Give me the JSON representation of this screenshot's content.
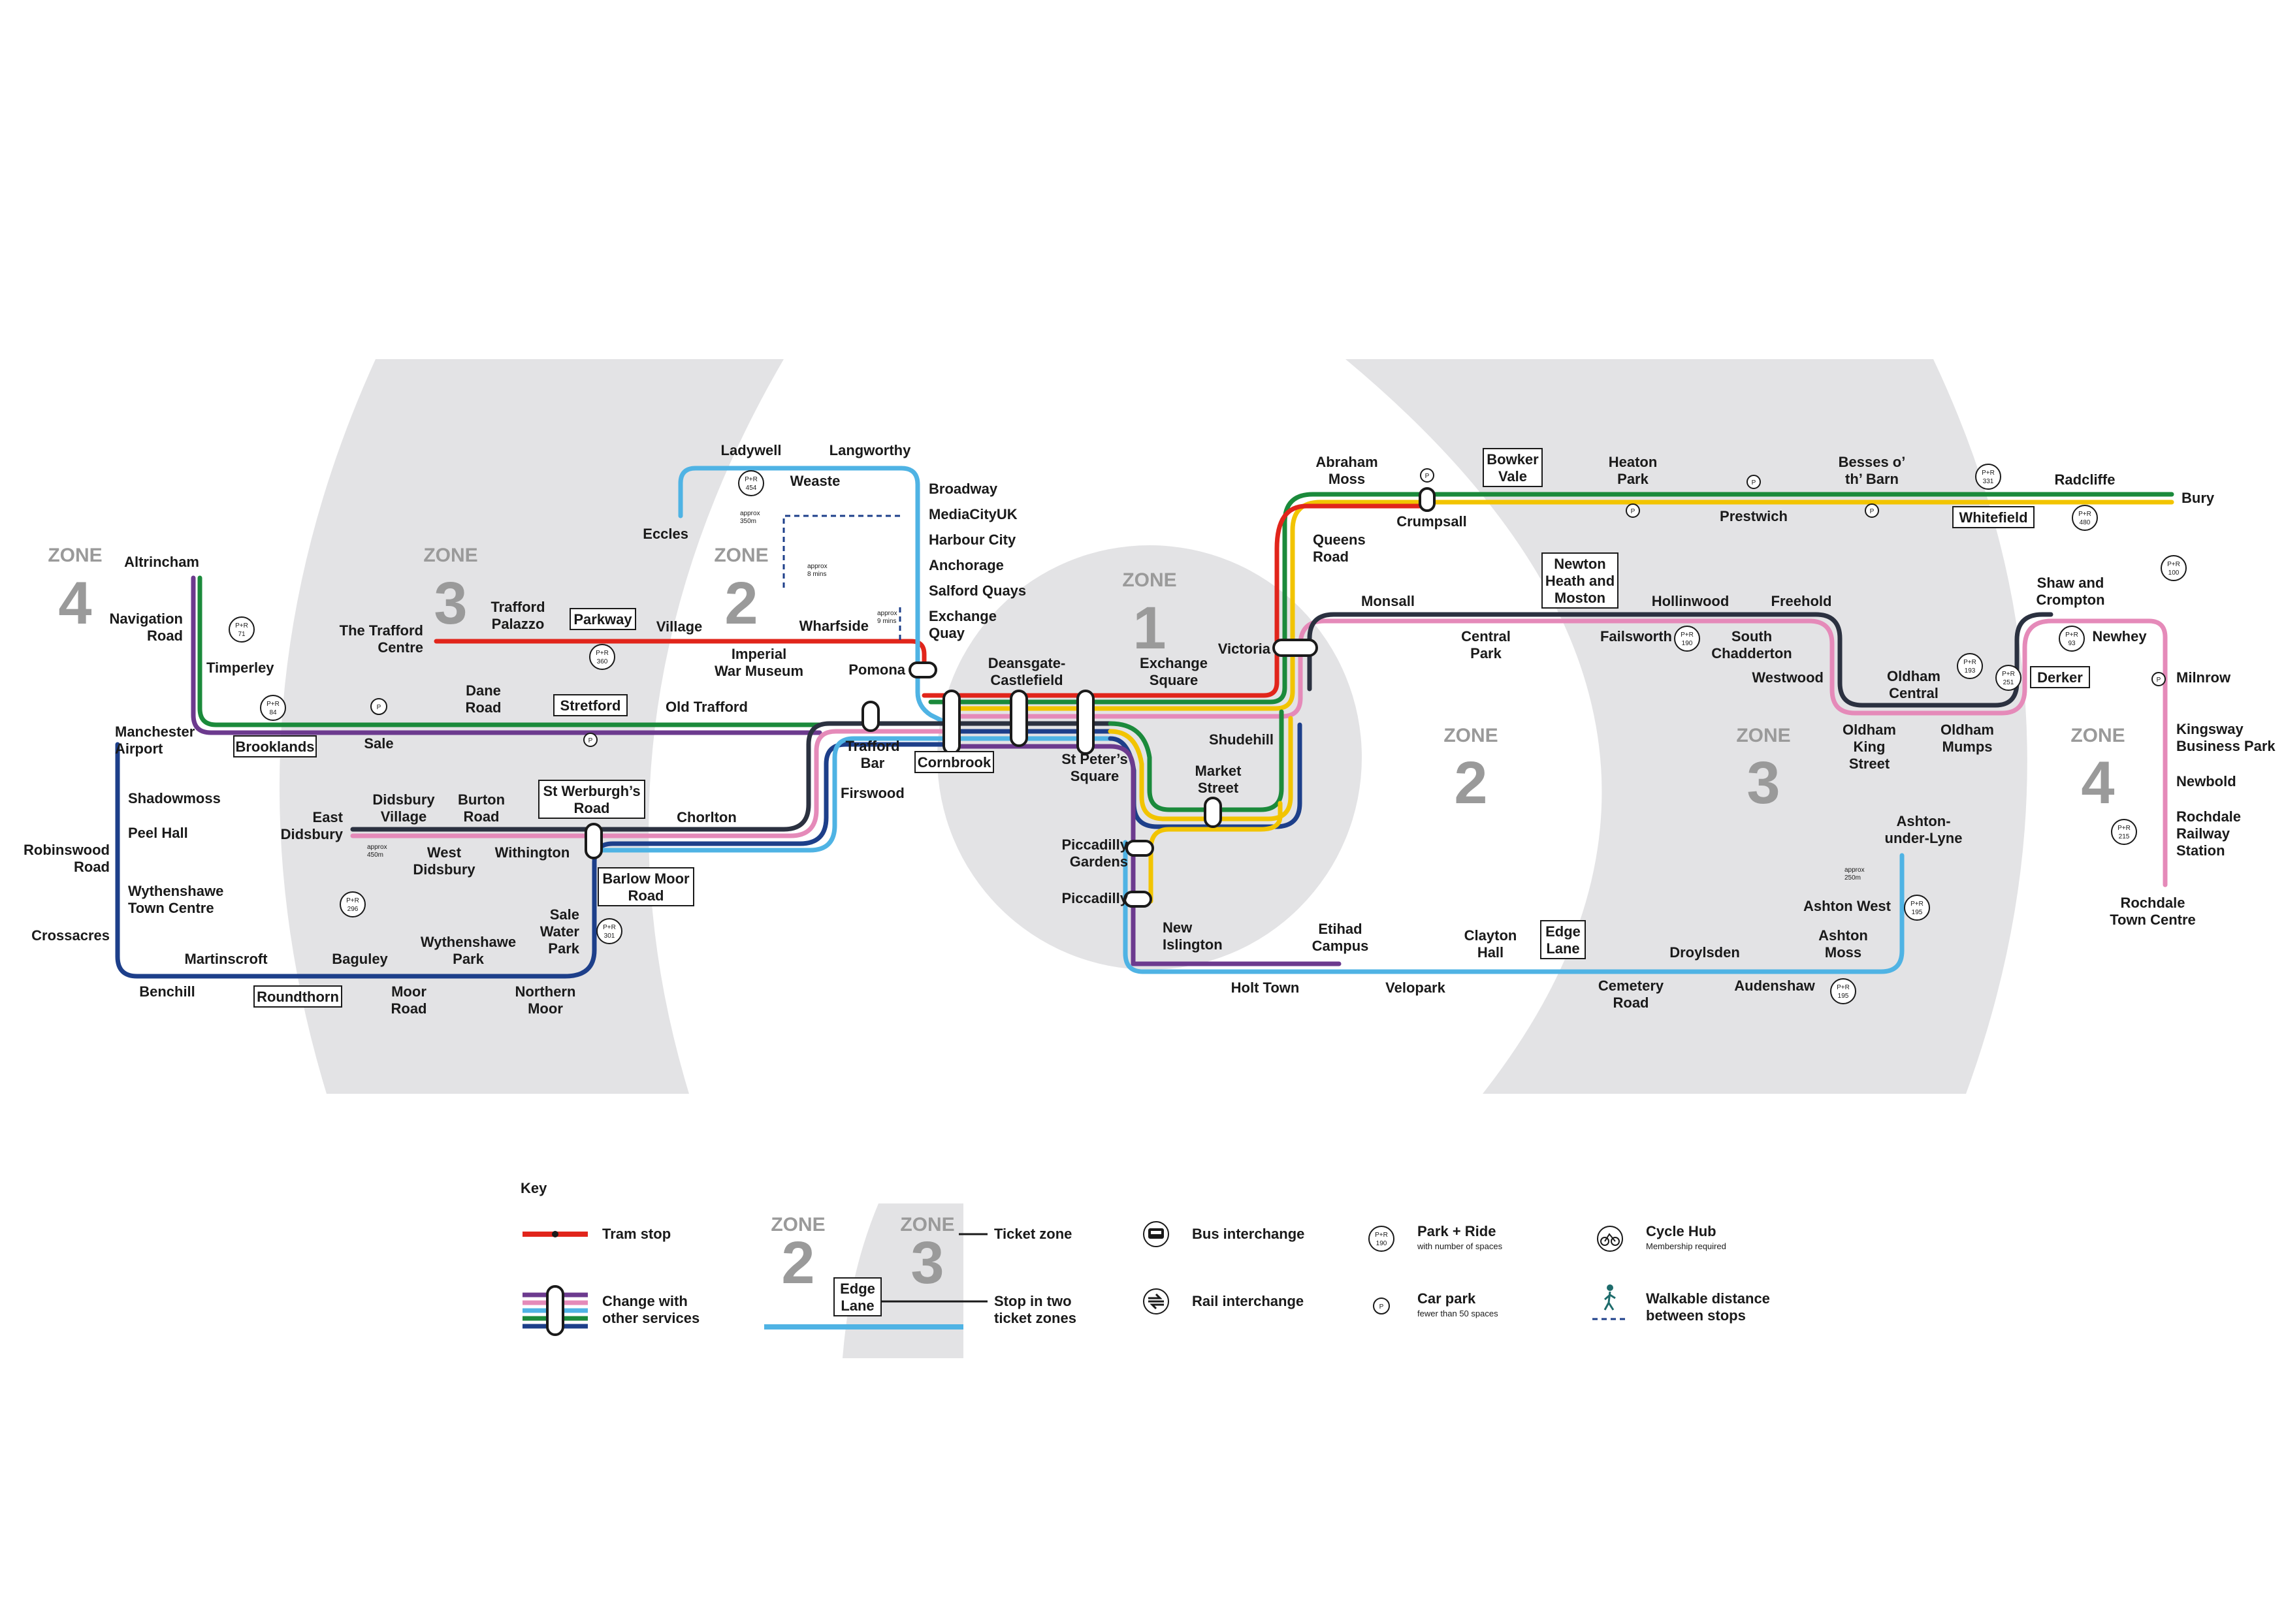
{
  "colors": {
    "zone_band": "#e3e3e5",
    "line_red": "#e1251b",
    "line_green": "#1b8a3b",
    "line_yellow": "#f2c400",
    "line_pink": "#e58ab9",
    "line_purple": "#6c3a8e",
    "line_navy": "#1d3f8a",
    "line_lightblue": "#4fb3e4",
    "line_darkgrey": "#2b3140"
  },
  "zones": [
    {
      "word": "ZONE",
      "num": "4"
    },
    {
      "word": "ZONE",
      "num": "3"
    },
    {
      "word": "ZONE",
      "num": "2"
    },
    {
      "word": "ZONE",
      "num": "1"
    },
    {
      "word": "ZONE",
      "num": "2"
    },
    {
      "word": "ZONE",
      "num": "3"
    },
    {
      "word": "ZONE",
      "num": "4"
    }
  ],
  "stops": {
    "altrincham": "Altrincham",
    "navigation_road": [
      "Navigation",
      "Road"
    ],
    "timperley": "Timperley",
    "brooklands": "Brooklands",
    "sale": "Sale",
    "dane_road": [
      "Dane",
      "Road"
    ],
    "stretford": "Stretford",
    "old_trafford": "Old Trafford",
    "the_trafford_centre": [
      "The Trafford",
      "Centre"
    ],
    "trafford_palazzo": [
      "Trafford",
      "Palazzo"
    ],
    "parkway": "Parkway",
    "village": "Village",
    "imperial_war_museum": [
      "Imperial",
      "War Museum"
    ],
    "wharfside": "Wharfside",
    "pomona": "Pomona",
    "eccles": "Eccles",
    "ladywell": "Ladywell",
    "weaste": "Weaste",
    "langworthy": "Langworthy",
    "broadway": "Broadway",
    "mediacityuk": "MediaCityUK",
    "harbour_city": "Harbour City",
    "anchorage": "Anchorage",
    "salford_quays": "Salford Quays",
    "exchange_quay": [
      "Exchange",
      "Quay"
    ],
    "trafford_bar": [
      "Trafford",
      "Bar"
    ],
    "cornbrook": "Cornbrook",
    "deansgate": [
      "Deansgate-",
      "Castlefield"
    ],
    "st_peters_square": [
      "St Peter’s",
      "Square"
    ],
    "exchange_square": [
      "Exchange",
      "Square"
    ],
    "victoria": "Victoria",
    "shudehill": "Shudehill",
    "market_street": [
      "Market",
      "Street"
    ],
    "piccadilly_gardens": [
      "Piccadilly",
      "Gardens"
    ],
    "piccadilly": "Piccadilly",
    "new_islington": [
      "New",
      "Islington"
    ],
    "manchester_airport": [
      "Manchester",
      "Airport"
    ],
    "shadowmoss": "Shadowmoss",
    "peel_hall": "Peel Hall",
    "robinswood_road": [
      "Robinswood",
      "Road"
    ],
    "wythenshawe_town_centre": [
      "Wythenshawe",
      "Town Centre"
    ],
    "crossacres": "Crossacres",
    "benchill": "Benchill",
    "martinscroft": "Martinscroft",
    "roundthorn": "Roundthorn",
    "baguley": "Baguley",
    "moor_road": [
      "Moor",
      "Road"
    ],
    "wythenshawe_park": [
      "Wythenshawe",
      "Park"
    ],
    "northern_moor": [
      "Northern",
      "Moor"
    ],
    "sale_water_park": [
      "Sale",
      "Water",
      "Park"
    ],
    "barlow_moor_road": [
      "Barlow Moor",
      "Road"
    ],
    "st_werburghs_road": [
      "St Werburgh’s",
      "Road"
    ],
    "chorlton": "Chorlton",
    "firswood": "Firswood",
    "east_didsbury": [
      "East",
      "Didsbury"
    ],
    "didsbury_village": [
      "Didsbury",
      "Village"
    ],
    "west_didsbury": [
      "West",
      "Didsbury"
    ],
    "burton_road": [
      "Burton",
      "Road"
    ],
    "withington": "Withington",
    "abraham_moss": [
      "Abraham",
      "Moss"
    ],
    "crumpsall": "Crumpsall",
    "queens_road": [
      "Queens",
      "Road"
    ],
    "bowker_vale": [
      "Bowker",
      "Vale"
    ],
    "heaton_park": [
      "Heaton",
      "Park"
    ],
    "prestwich": "Prestwich",
    "besses_o_th_barn": [
      "Besses o’",
      "th’ Barn"
    ],
    "whitefield": "Whitefield",
    "radcliffe": "Radcliffe",
    "bury": "Bury",
    "monsall": "Monsall",
    "central_park": [
      "Central",
      "Park"
    ],
    "newton_heath": [
      "Newton",
      "Heath and",
      "Moston"
    ],
    "failsworth": "Failsworth",
    "hollinwood": "Hollinwood",
    "south_chadderton": [
      "South",
      "Chadderton"
    ],
    "freehold": "Freehold",
    "westwood": "Westwood",
    "oldham_king_street": [
      "Oldham",
      "King",
      "Street"
    ],
    "oldham_central": [
      "Oldham",
      "Central"
    ],
    "oldham_mumps": [
      "Oldham",
      "Mumps"
    ],
    "derker": "Derker",
    "shaw_and_crompton": [
      "Shaw and",
      "Crompton"
    ],
    "newhey": "Newhey",
    "milnrow": "Milnrow",
    "kingsway_business_park": [
      "Kingsway",
      "Business Park"
    ],
    "newbold": "Newbold",
    "rochdale_railway_station": [
      "Rochdale",
      "Railway",
      "Station"
    ],
    "rochdale_town_centre": [
      "Rochdale",
      "Town Centre"
    ],
    "holt_town": "Holt Town",
    "etihad_campus": [
      "Etihad",
      "Campus"
    ],
    "velopark": "Velopark",
    "clayton_hall": [
      "Clayton",
      "Hall"
    ],
    "edge_lane": [
      "Edge",
      "Lane"
    ],
    "cemetery_road": [
      "Cemetery",
      "Road"
    ],
    "droylsden": "Droylsden",
    "audenshaw": "Audenshaw",
    "ashton_moss": [
      "Ashton",
      "Moss"
    ],
    "ashton_west": "Ashton West",
    "ashton_under_lyne": [
      "Ashton-",
      "under-Lyne"
    ]
  },
  "badges": {
    "pr_84": "84",
    "pr_360": "360",
    "pr_454": "454",
    "pr_71": "71",
    "pr_296": "296",
    "pr_301": "301",
    "pr_190": "190",
    "pr_331": "331",
    "pr_480": "480",
    "pr_100": "100",
    "pr_193": "193",
    "pr_251": "251",
    "pr_93": "93",
    "pr_215": "215",
    "pr_195_west": "195",
    "pr_195_moss": "195",
    "pr_prefix": "P+R",
    "car_park": "P"
  },
  "walk_notes": {
    "eccles_approx": [
      "approx",
      "350m"
    ],
    "mediacity_walk": [
      "approx",
      "8 mins"
    ],
    "exchange_walk": [
      "approx",
      "9 mins"
    ],
    "east_didsbury_approx": [
      "approx",
      "450m"
    ],
    "ashton_approx": [
      "approx",
      "250m"
    ]
  },
  "key": {
    "title": "Key",
    "tram_stop": "Tram stop",
    "change": [
      "Change with",
      "other services"
    ],
    "ticket_zone": "Ticket zone",
    "two_zones": [
      "Stop in two",
      "ticket zones"
    ],
    "sample_zone_left": {
      "word": "ZONE",
      "num": "2"
    },
    "sample_zone_right": {
      "word": "ZONE",
      "num": "3"
    },
    "sample_stop": [
      "Edge",
      "Lane"
    ],
    "bus": "Bus interchange",
    "rail": "Rail interchange",
    "park_ride": "Park + Ride",
    "park_ride_sub": "with number of spaces",
    "park_ride_sample": "190",
    "car_park": "Car park",
    "car_park_sub": "fewer than 50 spaces",
    "cycle": "Cycle Hub",
    "cycle_sub": "Membership required",
    "walk": [
      "Walkable distance",
      "between stops"
    ]
  }
}
